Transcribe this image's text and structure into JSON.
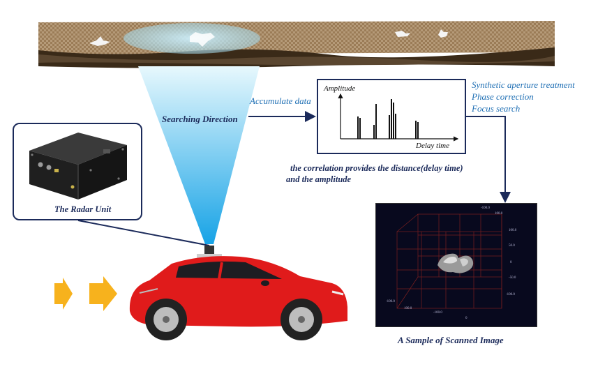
{
  "labels": {
    "searching_direction": "Searching Direction",
    "accumulate_data": "Accumulate data",
    "processing_steps": [
      "Synthetic aperture treatment",
      "Phase correction",
      "Focus search"
    ],
    "correlation_note_line1": "the correlation provides the distance(delay time)",
    "correlation_note_line2": "and the amplitude",
    "radar_unit": "The Radar Unit",
    "scanned_image": "A Sample of Scanned Image"
  },
  "chart": {
    "y_label": "Amplitude",
    "x_label": "Delay time"
  },
  "scan_ticks": [
    "-100.0",
    "100.0",
    "100.0",
    "50.0",
    "0",
    "-50.0",
    "-100.0",
    "-100.0",
    "100.0",
    "-100.0",
    "0"
  ],
  "colors": {
    "frame": "#1b2a5a",
    "caption_blue": "#1f6fb4",
    "beam_top": "#c9f0fb",
    "beam_bottom": "#1aa5e6",
    "car_red": "#e01b1b",
    "arrow_yellow": "#f7b21d",
    "scan_bg": "#08091e",
    "scan_grid": "#7a1f1f"
  }
}
